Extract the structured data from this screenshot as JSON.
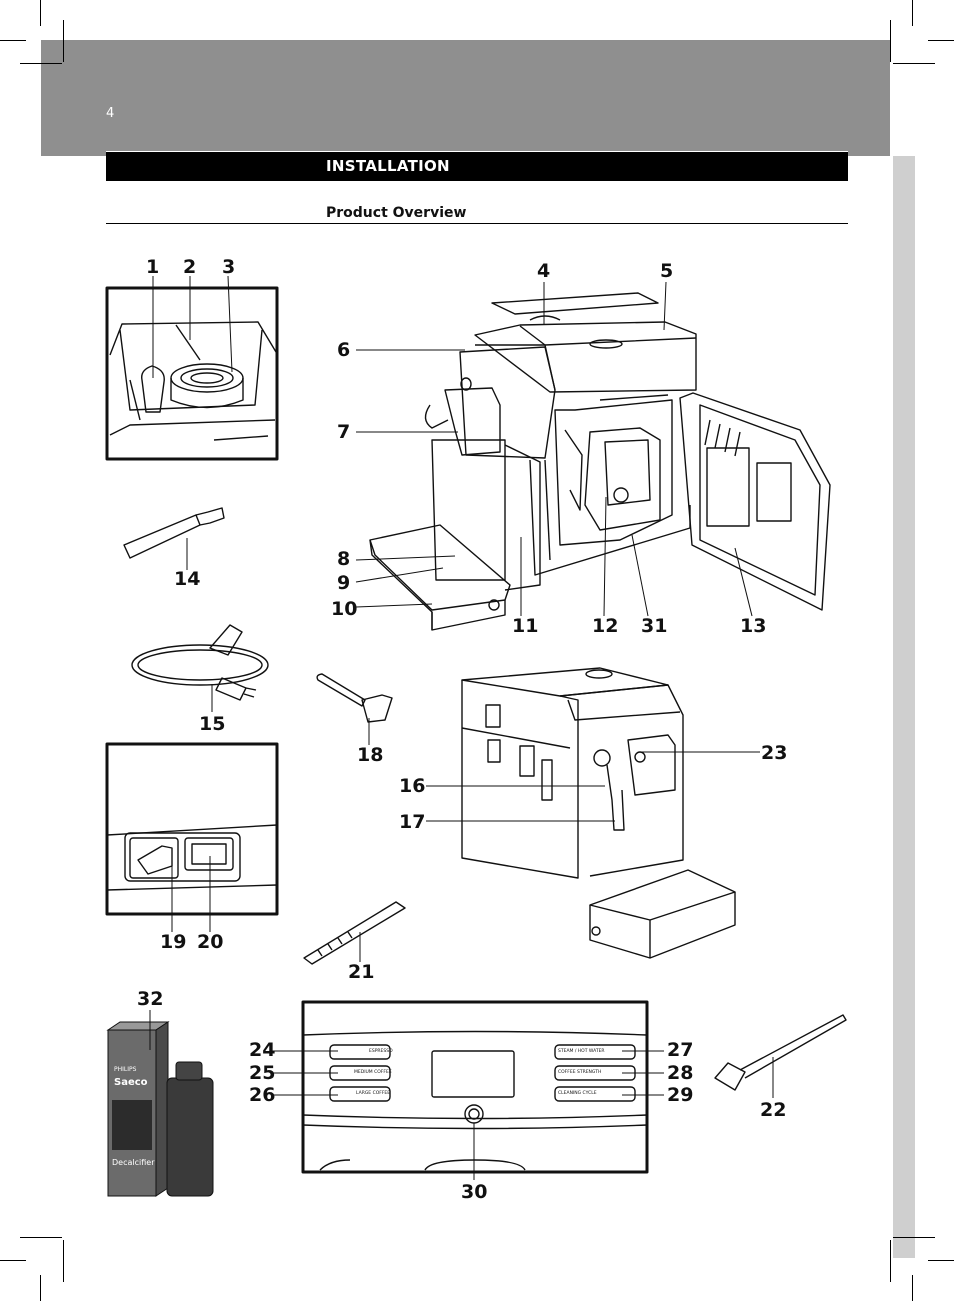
{
  "page_number": "4",
  "section_title": "INSTALLATION",
  "subtitle": "Product Overview",
  "callouts": {
    "n1": "1",
    "n2": "2",
    "n3": "3",
    "n4": "4",
    "n5": "5",
    "n6": "6",
    "n7": "7",
    "n8": "8",
    "n9": "9",
    "n10": "10",
    "n11": "11",
    "n12": "12",
    "n13": "13",
    "n14": "14",
    "n15": "15",
    "n16": "16",
    "n17": "17",
    "n18": "18",
    "n19": "19",
    "n20": "20",
    "n21": "21",
    "n22": "22",
    "n23": "23",
    "n24": "24",
    "n25": "25",
    "n26": "26",
    "n27": "27",
    "n28": "28",
    "n29": "29",
    "n30": "30",
    "n31": "31",
    "n32": "32"
  },
  "control_panel": {
    "espresso": "ESPRESSO",
    "medium_coffee": "MEDIUM COFFEE",
    "large_coffee": "LARGE COFFEE",
    "steam_hot_water": "STEAM / HOT WATER",
    "coffee_strength": "COFFEE STRENGTH",
    "cleaning_cycle": "CLEANING CYCLE"
  },
  "decalcifier": {
    "brand": "PHILIPS",
    "sub_brand": "Saeco",
    "product": "Decalcifier"
  }
}
